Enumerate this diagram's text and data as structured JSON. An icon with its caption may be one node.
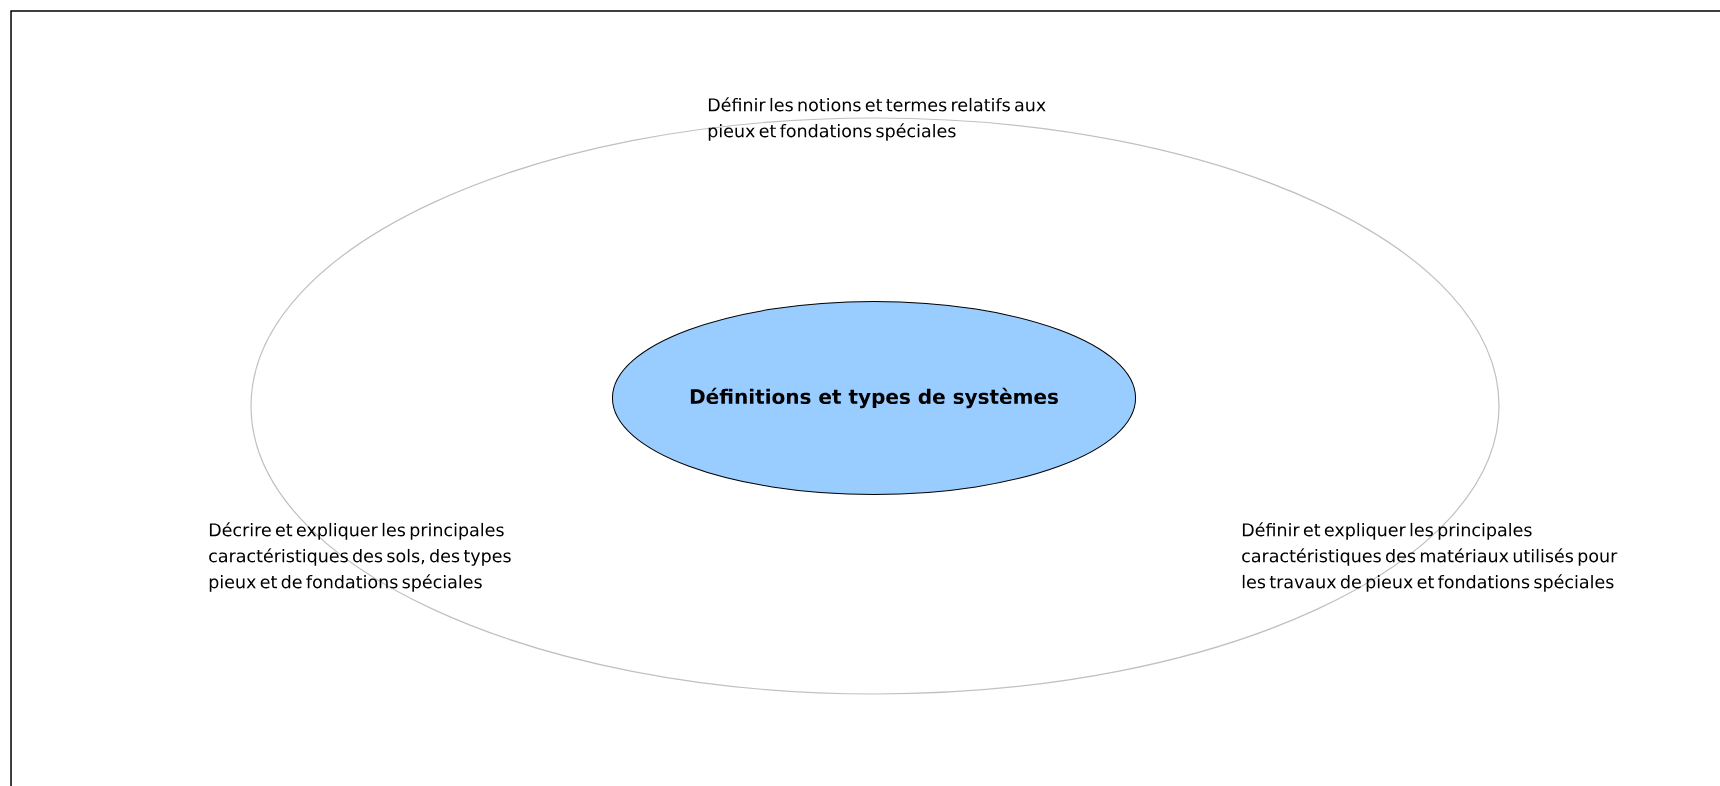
{
  "diagram": {
    "nodes": [
      {
        "text": [],
        "shape": "ellipse"
      },
      {
        "text": [
          "Définitions et types de systèmes"
        ],
        "in": 0
      }
    ],
    "labels": [
      "Définir les notions et termes relatifs aux pieux et fondations spéciales",
      "Décrire et expliquer les principales caractéristiques des sols, des types pieux et de fondations spéciales",
      "Définir et expliquer les principales caractéristiques des matériaux utilisés pour les travaux de pieux et fondations spéciales"
    ]
  }
}
